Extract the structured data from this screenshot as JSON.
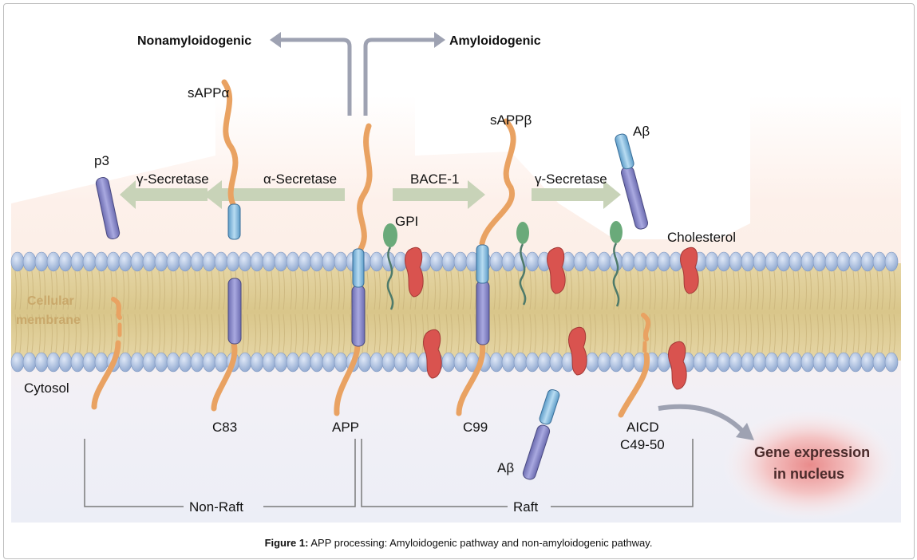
{
  "pathways": {
    "left": "Nonamyloidogenic",
    "right": "Amyloidogenic"
  },
  "enzymes": {
    "alpha_secretase": "α-Secretase",
    "gamma_secretase_left": "γ-Secretase",
    "bace1": "BACE-1",
    "gamma_secretase_right": "γ-Secretase"
  },
  "fragments": {
    "sappa": "sAPPα",
    "sappb": "sAPPβ",
    "p3": "p3",
    "abeta_top": "Aβ",
    "abeta_bottom": "Aβ",
    "c83": "C83",
    "app": "APP",
    "c99": "C99",
    "aicd": "AICD",
    "c4950": "C49-50"
  },
  "labels": {
    "gpi": "GPI",
    "cholesterol": "Cholesterol",
    "cytosol": "Cytosol",
    "membrane_line1": "Cellular",
    "membrane_line2": "membrane",
    "gene_line1": "Gene expression",
    "gene_line2": "in nucleus",
    "non_raft": "Non-Raft",
    "raft": "Raft"
  },
  "caption": {
    "prefix": "Figure 1:",
    "text": "APP processing: Amyloidogenic pathway and non-amyloidogenic pathway."
  },
  "colors": {
    "strand": "#e9a262",
    "tm_domain": "#8f8fcf",
    "abeta_domain": "#8fc0e0",
    "cholesterol": "#d9534f",
    "gpi": "#6aaa7a",
    "lipid_head": "#a9bfe0",
    "lipid_tail": "#e2d2a0",
    "arrow": "#c8d3b8"
  }
}
